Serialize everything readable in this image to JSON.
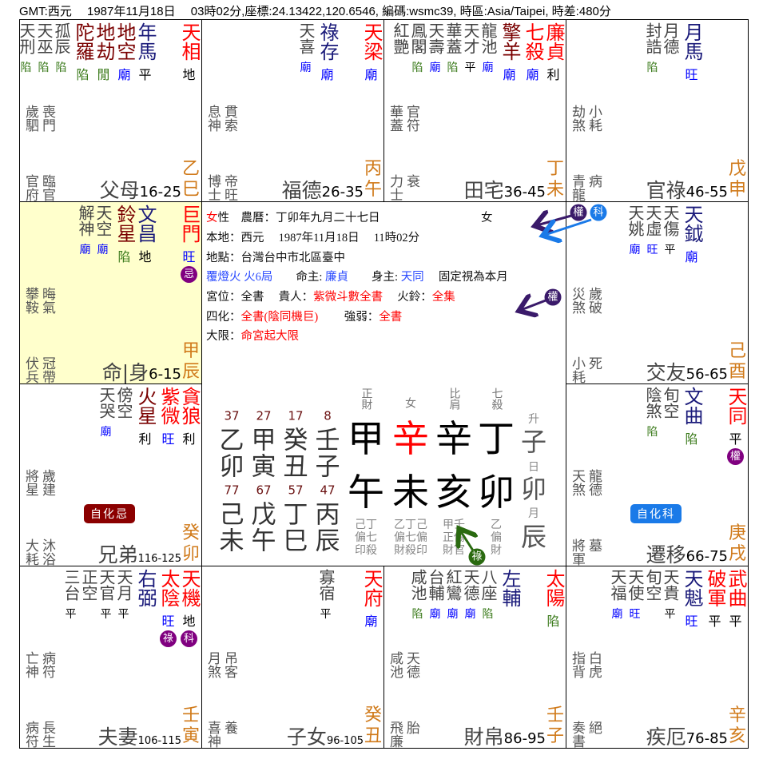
{
  "header": "GMT:西元　 1987年11月18日　 03時02分,座標:24.13422,120.6546, 編碼:wsmc39, 時區:Asia/Taipei, 時差:480分",
  "colors": {
    "major": "#ff0000",
    "aux": "#7a0000",
    "lucky": "#1a1a7a",
    "minor": "#444444",
    "bright_good": "#0000ff",
    "bright_bad": "#3a7a1a",
    "bright_neutral": "#000000",
    "stem": "#d07a1a",
    "hua": "#800080",
    "self_bg": "#ffffcc",
    "self_hua_ji": "#8b0000",
    "self_hua_ke": "#1a7ae8",
    "arrow_quan": "#3a1a6a",
    "arrow_ke": "#1a7ae8",
    "arrow_lu": "#2a6a10",
    "dayun_age": "#6a1010"
  },
  "cells": [
    {
      "row": 0,
      "col": 0,
      "palace": "父母",
      "age": "16-25",
      "stem": "乙",
      "branch": "巳",
      "major": [
        {
          "n": "天相",
          "b": "地"
        }
      ],
      "others": [
        {
          "n": "年馬",
          "t": "lucky",
          "b": "平"
        },
        {
          "n": "地空",
          "t": "aux",
          "b": "廟"
        },
        {
          "n": "地劫",
          "t": "aux",
          "b": "閒"
        },
        {
          "n": "陀羅",
          "t": "aux",
          "b": "陷"
        }
      ],
      "minor": [
        {
          "n": "孤辰",
          "b": "陷"
        },
        {
          "n": "天巫",
          "b": "陷"
        },
        {
          "n": "天刑",
          "b": "陷"
        }
      ],
      "gods": [
        [
          "歲駟",
          "喪門"
        ],
        [
          "官府",
          "臨官"
        ]
      ]
    },
    {
      "row": 0,
      "col": 1,
      "palace": "福德",
      "age": "26-35",
      "stem": "丙",
      "branch": "午",
      "major": [
        {
          "n": "天梁",
          "b": "廟"
        }
      ],
      "others": [
        {
          "n": "祿存",
          "t": "lucky",
          "b": "廟"
        }
      ],
      "minor": [
        {
          "n": "天喜",
          "b": "廟"
        }
      ],
      "gods": [
        [
          "息神",
          "貫索"
        ],
        [
          "博士",
          "帝旺"
        ]
      ]
    },
    {
      "row": 0,
      "col": 2,
      "palace": "田宅",
      "age": "36-45",
      "stem": "丁",
      "branch": "未",
      "major": [
        {
          "n": "廉貞",
          "b": "利"
        },
        {
          "n": "七殺",
          "b": "廟"
        }
      ],
      "others": [
        {
          "n": "擎羊",
          "t": "aux",
          "b": "廟"
        }
      ],
      "minor": [
        {
          "n": "龍池",
          "b": "廟"
        },
        {
          "n": "天才",
          "b": "平"
        },
        {
          "n": "華蓋",
          "b": "陷"
        },
        {
          "n": "天壽",
          "b": "廟"
        },
        {
          "n": "鳳閣",
          "b": "陷"
        },
        {
          "n": "紅艷",
          "b": ""
        }
      ],
      "gods": [
        [
          "華蓋",
          "官符"
        ],
        [
          "力士",
          "衰"
        ]
      ]
    },
    {
      "row": 0,
      "col": 3,
      "palace": "官祿",
      "age": "46-55",
      "stem": "戊",
      "branch": "申",
      "major": [],
      "others": [
        {
          "n": "月馬",
          "t": "lucky",
          "b": "旺"
        }
      ],
      "minor": [
        {
          "n": "月德",
          "b": ""
        },
        {
          "n": "封誥",
          "b": "陷"
        }
      ],
      "gods": [
        [
          "劫煞",
          "小耗"
        ],
        [
          "青龍",
          "病"
        ]
      ]
    },
    {
      "row": 1,
      "col": 0,
      "palace": "命|身",
      "age": "6-15",
      "stem": "甲",
      "branch": "辰",
      "self": true,
      "major": [
        {
          "n": "巨門",
          "b": "旺",
          "hua": "忌"
        }
      ],
      "others": [
        {
          "n": "文昌",
          "t": "lucky",
          "b": "地"
        },
        {
          "n": "鈴星",
          "t": "aux",
          "b": "陷"
        }
      ],
      "minor": [
        {
          "n": "天空",
          "b": "廟"
        },
        {
          "n": "解神",
          "b": "廟"
        }
      ],
      "gods": [
        [
          "攀鞍",
          "晦氣"
        ],
        [
          "伏兵",
          "冠帶"
        ]
      ]
    },
    {
      "row": 1,
      "col": 3,
      "palace": "交友",
      "age": "56-65",
      "stem": "己",
      "branch": "酉",
      "major": [],
      "others": [
        {
          "n": "天鉞",
          "t": "lucky",
          "b": "廟"
        }
      ],
      "minor": [
        {
          "n": "天傷",
          "b": "平"
        },
        {
          "n": "天虛",
          "b": "旺"
        },
        {
          "n": "天姚",
          "b": "廟"
        }
      ],
      "gods": [
        [
          "災煞",
          "歲破"
        ],
        [
          "小耗",
          "死"
        ]
      ]
    },
    {
      "row": 2,
      "col": 0,
      "palace": "兄弟",
      "age": "116-125",
      "stem": "癸",
      "branch": "卯",
      "major": [
        {
          "n": "貪狼",
          "b": "利"
        },
        {
          "n": "紫微",
          "b": "旺"
        }
      ],
      "others": [
        {
          "n": "火星",
          "t": "aux",
          "b": "利"
        }
      ],
      "minor": [
        {
          "n": "傍空",
          "b": ""
        },
        {
          "n": "天哭",
          "b": "廟"
        }
      ],
      "gods": [
        [
          "將星",
          "歲建"
        ],
        [
          "大耗",
          "沐浴"
        ]
      ],
      "self_hua": {
        "label": "自化忌",
        "color": "#8b0000"
      }
    },
    {
      "row": 2,
      "col": 3,
      "palace": "遷移",
      "age": "66-75",
      "stem": "庚",
      "branch": "戌",
      "major": [
        {
          "n": "天同",
          "b": "平",
          "hua": "權"
        }
      ],
      "others": [
        {
          "n": "文曲",
          "t": "lucky",
          "b": "陷"
        }
      ],
      "minor": [
        {
          "n": "旬空",
          "b": ""
        },
        {
          "n": "陰煞",
          "b": "陷"
        }
      ],
      "gods": [
        [
          "天煞",
          "龍德"
        ],
        [
          "將軍",
          "墓"
        ]
      ],
      "self_hua": {
        "label": "自化科",
        "color": "#1a7ae8"
      }
    },
    {
      "row": 3,
      "col": 0,
      "palace": "夫妻",
      "age": "106-115",
      "stem": "壬",
      "branch": "寅",
      "major": [
        {
          "n": "天機",
          "b": "地",
          "hua": "科"
        },
        {
          "n": "太陰",
          "b": "旺",
          "hua": "祿"
        }
      ],
      "others": [
        {
          "n": "右弼",
          "t": "lucky",
          "b": ""
        }
      ],
      "minor": [
        {
          "n": "天月",
          "b": "平"
        },
        {
          "n": "天官",
          "b": "平"
        },
        {
          "n": "正空",
          "b": ""
        },
        {
          "n": "三台",
          "b": "平"
        }
      ],
      "gods": [
        [
          "亡神",
          "病符"
        ],
        [
          "病符",
          "長生"
        ]
      ]
    },
    {
      "row": 3,
      "col": 1,
      "palace": "子女",
      "age": "96-105",
      "stem": "癸",
      "branch": "丑",
      "major": [
        {
          "n": "天府",
          "b": "廟"
        }
      ],
      "others": [],
      "minor": [
        {
          "n": "寡宿",
          "b": "平"
        }
      ],
      "gods": [
        [
          "月煞",
          "吊客"
        ],
        [
          "喜神",
          "養"
        ]
      ]
    },
    {
      "row": 3,
      "col": 2,
      "palace": "財帛",
      "age": "86-95",
      "stem": "壬",
      "branch": "子",
      "major": [
        {
          "n": "太陽",
          "b": "陷"
        }
      ],
      "others": [
        {
          "n": "左輔",
          "t": "lucky",
          "b": ""
        }
      ],
      "minor": [
        {
          "n": "八座",
          "b": "陷"
        },
        {
          "n": "天德",
          "b": "廟"
        },
        {
          "n": "紅鸞",
          "b": "廟"
        },
        {
          "n": "台輔",
          "b": "廟"
        },
        {
          "n": "咸池",
          "b": "陷"
        }
      ],
      "gods": [
        [
          "咸池",
          "天德"
        ],
        [
          "飛廉",
          "胎"
        ]
      ]
    },
    {
      "row": 3,
      "col": 3,
      "palace": "疾厄",
      "age": "76-85",
      "stem": "辛",
      "branch": "亥",
      "major": [
        {
          "n": "武曲",
          "b": "平"
        },
        {
          "n": "破軍",
          "b": "平"
        }
      ],
      "others": [
        {
          "n": "天魁",
          "t": "lucky",
          "b": "旺"
        }
      ],
      "minor": [
        {
          "n": "天貴",
          "b": "平"
        },
        {
          "n": "旬空",
          "b": ""
        },
        {
          "n": "天使",
          "b": "旺"
        },
        {
          "n": "天福",
          "b": "廟"
        }
      ],
      "gods": [
        [
          "指背",
          "白虎"
        ],
        [
          "奏書",
          "絕"
        ]
      ]
    }
  ],
  "info": {
    "gender": "女",
    "gender_suffix": "性",
    "lunar_label": "農曆：丁卯年九月二十七日",
    "gender_right": "女",
    "local": "本地：西元　 1987年11月18日　 11時02分",
    "place": "地點：台灣台中市北區臺中",
    "nayin": "覆燈火 火6局",
    "ming_label": "命主:",
    "ming": "廉貞",
    "shen_label": "身主:",
    "shen": "天同",
    "month_note": "固定視為本月",
    "gong_label": "宮位：全書",
    "guiren_label": "貴人：",
    "guiren": "紫微斗數全書",
    "huoling_label": "火鈴：",
    "huoling": "全集",
    "sihua_label": "四化：",
    "sihua": "全書(陰同機巨)",
    "qiangruo_label": "強弱：",
    "qiangruo": "全書",
    "daxian_label": "大限：",
    "daxian": "命宮起大限"
  },
  "dayun": {
    "top": [
      {
        "age": "37",
        "stem": "乙",
        "branch": "卯"
      },
      {
        "age": "27",
        "stem": "甲",
        "branch": "寅"
      },
      {
        "age": "17",
        "stem": "癸",
        "branch": "丑"
      },
      {
        "age": "8",
        "stem": "壬",
        "branch": "子"
      }
    ],
    "bottom": [
      {
        "age": "77",
        "stem": "己",
        "branch": "未"
      },
      {
        "age": "67",
        "stem": "戊",
        "branch": "午"
      },
      {
        "age": "57",
        "stem": "丁",
        "branch": "巳"
      },
      {
        "age": "47",
        "stem": "丙",
        "branch": "辰"
      }
    ]
  },
  "pillars": [
    {
      "label": "正財",
      "stem": "甲",
      "branch": "午",
      "hidden": [
        "己丁",
        "偏七",
        "印殺"
      ]
    },
    {
      "label": "女",
      "stem": "辛",
      "stem_red": true,
      "branch": "未",
      "hidden": [
        "乙丁己",
        "偏七偏",
        "財殺印"
      ]
    },
    {
      "label": "比肩",
      "stem": "辛",
      "branch": "亥",
      "hidden": [
        "甲壬",
        "正傷",
        "財官"
      ]
    },
    {
      "label": "七殺",
      "stem": "丁",
      "branch": "卯",
      "hidden": [
        "乙",
        "偏",
        "財"
      ]
    }
  ],
  "side": [
    {
      "label": "升",
      "value": "子"
    },
    {
      "label": "日",
      "value": "卯"
    },
    {
      "label": "月",
      "value": "辰"
    }
  ],
  "flying": [
    {
      "label": "權",
      "type": "quan"
    },
    {
      "label": "科",
      "type": "ke"
    },
    {
      "label": "權",
      "type": "quan"
    },
    {
      "label": "祿",
      "type": "lu"
    }
  ]
}
